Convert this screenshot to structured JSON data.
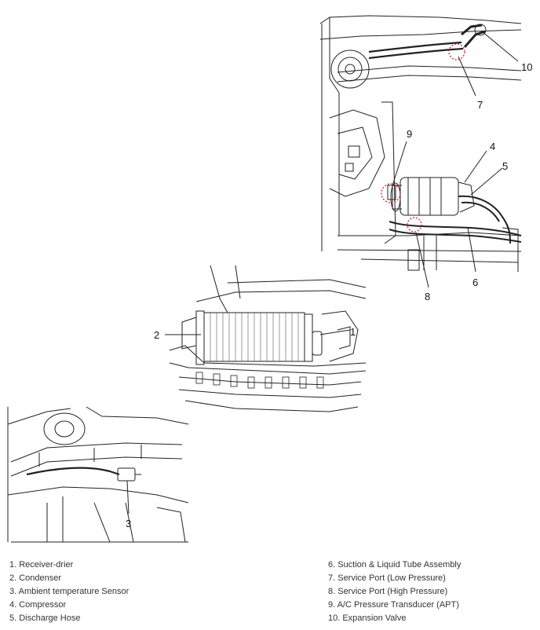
{
  "callouts": {
    "c1": "1",
    "c2": "2",
    "c3": "3",
    "c4": "4",
    "c5": "5",
    "c6": "6",
    "c7": "7",
    "c8": "8",
    "c9": "9",
    "c10": "10"
  },
  "legend": {
    "left": [
      "1. Receiver-drier",
      "2. Condenser",
      "3. Ambient temperature Sensor",
      "4. Compressor",
      "5. Discharge Hose"
    ],
    "right": [
      "6. Suction & Liquid Tube Assembly",
      "7. Service Port (Low Pressure)",
      "8. Service Port (High Pressure)",
      "9. A/C Pressure Transducer (APT)",
      "10. Expansion Valve"
    ]
  }
}
